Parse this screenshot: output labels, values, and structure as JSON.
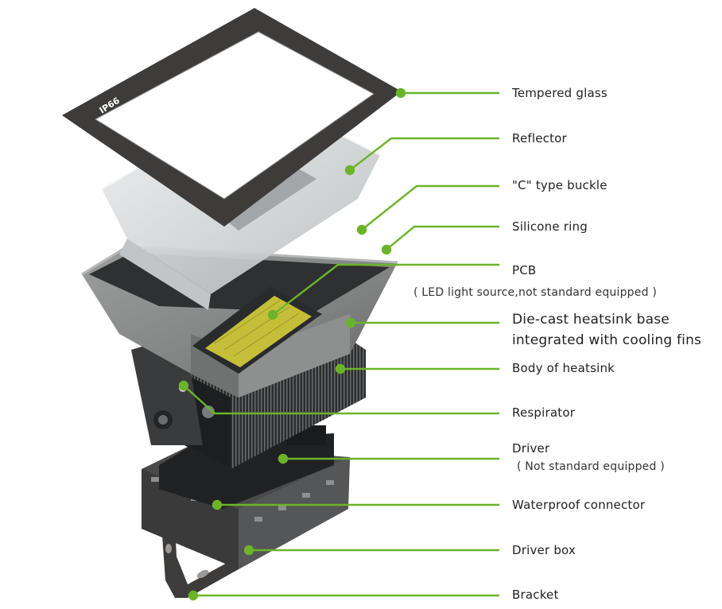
{
  "device": {
    "ip_rating_text": "IP66"
  },
  "labels": [
    {
      "id": "tempered-glass",
      "text": "Tempered glass"
    },
    {
      "id": "reflector",
      "text": "Reflector"
    },
    {
      "id": "c-type-buckle",
      "text": "\"C\" type buckle"
    },
    {
      "id": "silicone-ring",
      "text": "Silicone  ring"
    },
    {
      "id": "pcb",
      "text": "PCB"
    },
    {
      "id": "pcb-note",
      "text": "( LED light source,not standard equipped )"
    },
    {
      "id": "heatsink-base-line1",
      "text": "Die-cast heatsink base"
    },
    {
      "id": "heatsink-base-line2",
      "text": "integrated with cooling fins"
    },
    {
      "id": "body-of-heatsink",
      "text": "Body of heatsink"
    },
    {
      "id": "respirator",
      "text": "Respirator"
    },
    {
      "id": "driver",
      "text": "Driver"
    },
    {
      "id": "driver-note",
      "text": "( Not standard equipped )"
    },
    {
      "id": "waterproof-connector",
      "text": "Waterproof connector"
    },
    {
      "id": "driver-box",
      "text": "Driver box"
    },
    {
      "id": "bracket",
      "text": "Bracket"
    }
  ],
  "colors": {
    "leader": "#6bb42a",
    "frame": "#3b3a39",
    "housing": "#8a8d8c",
    "housing_dark": "#5b5d5d",
    "fins": "#2e2f30",
    "pcb": "#c9c23a",
    "reflector": "#d7d9da"
  }
}
